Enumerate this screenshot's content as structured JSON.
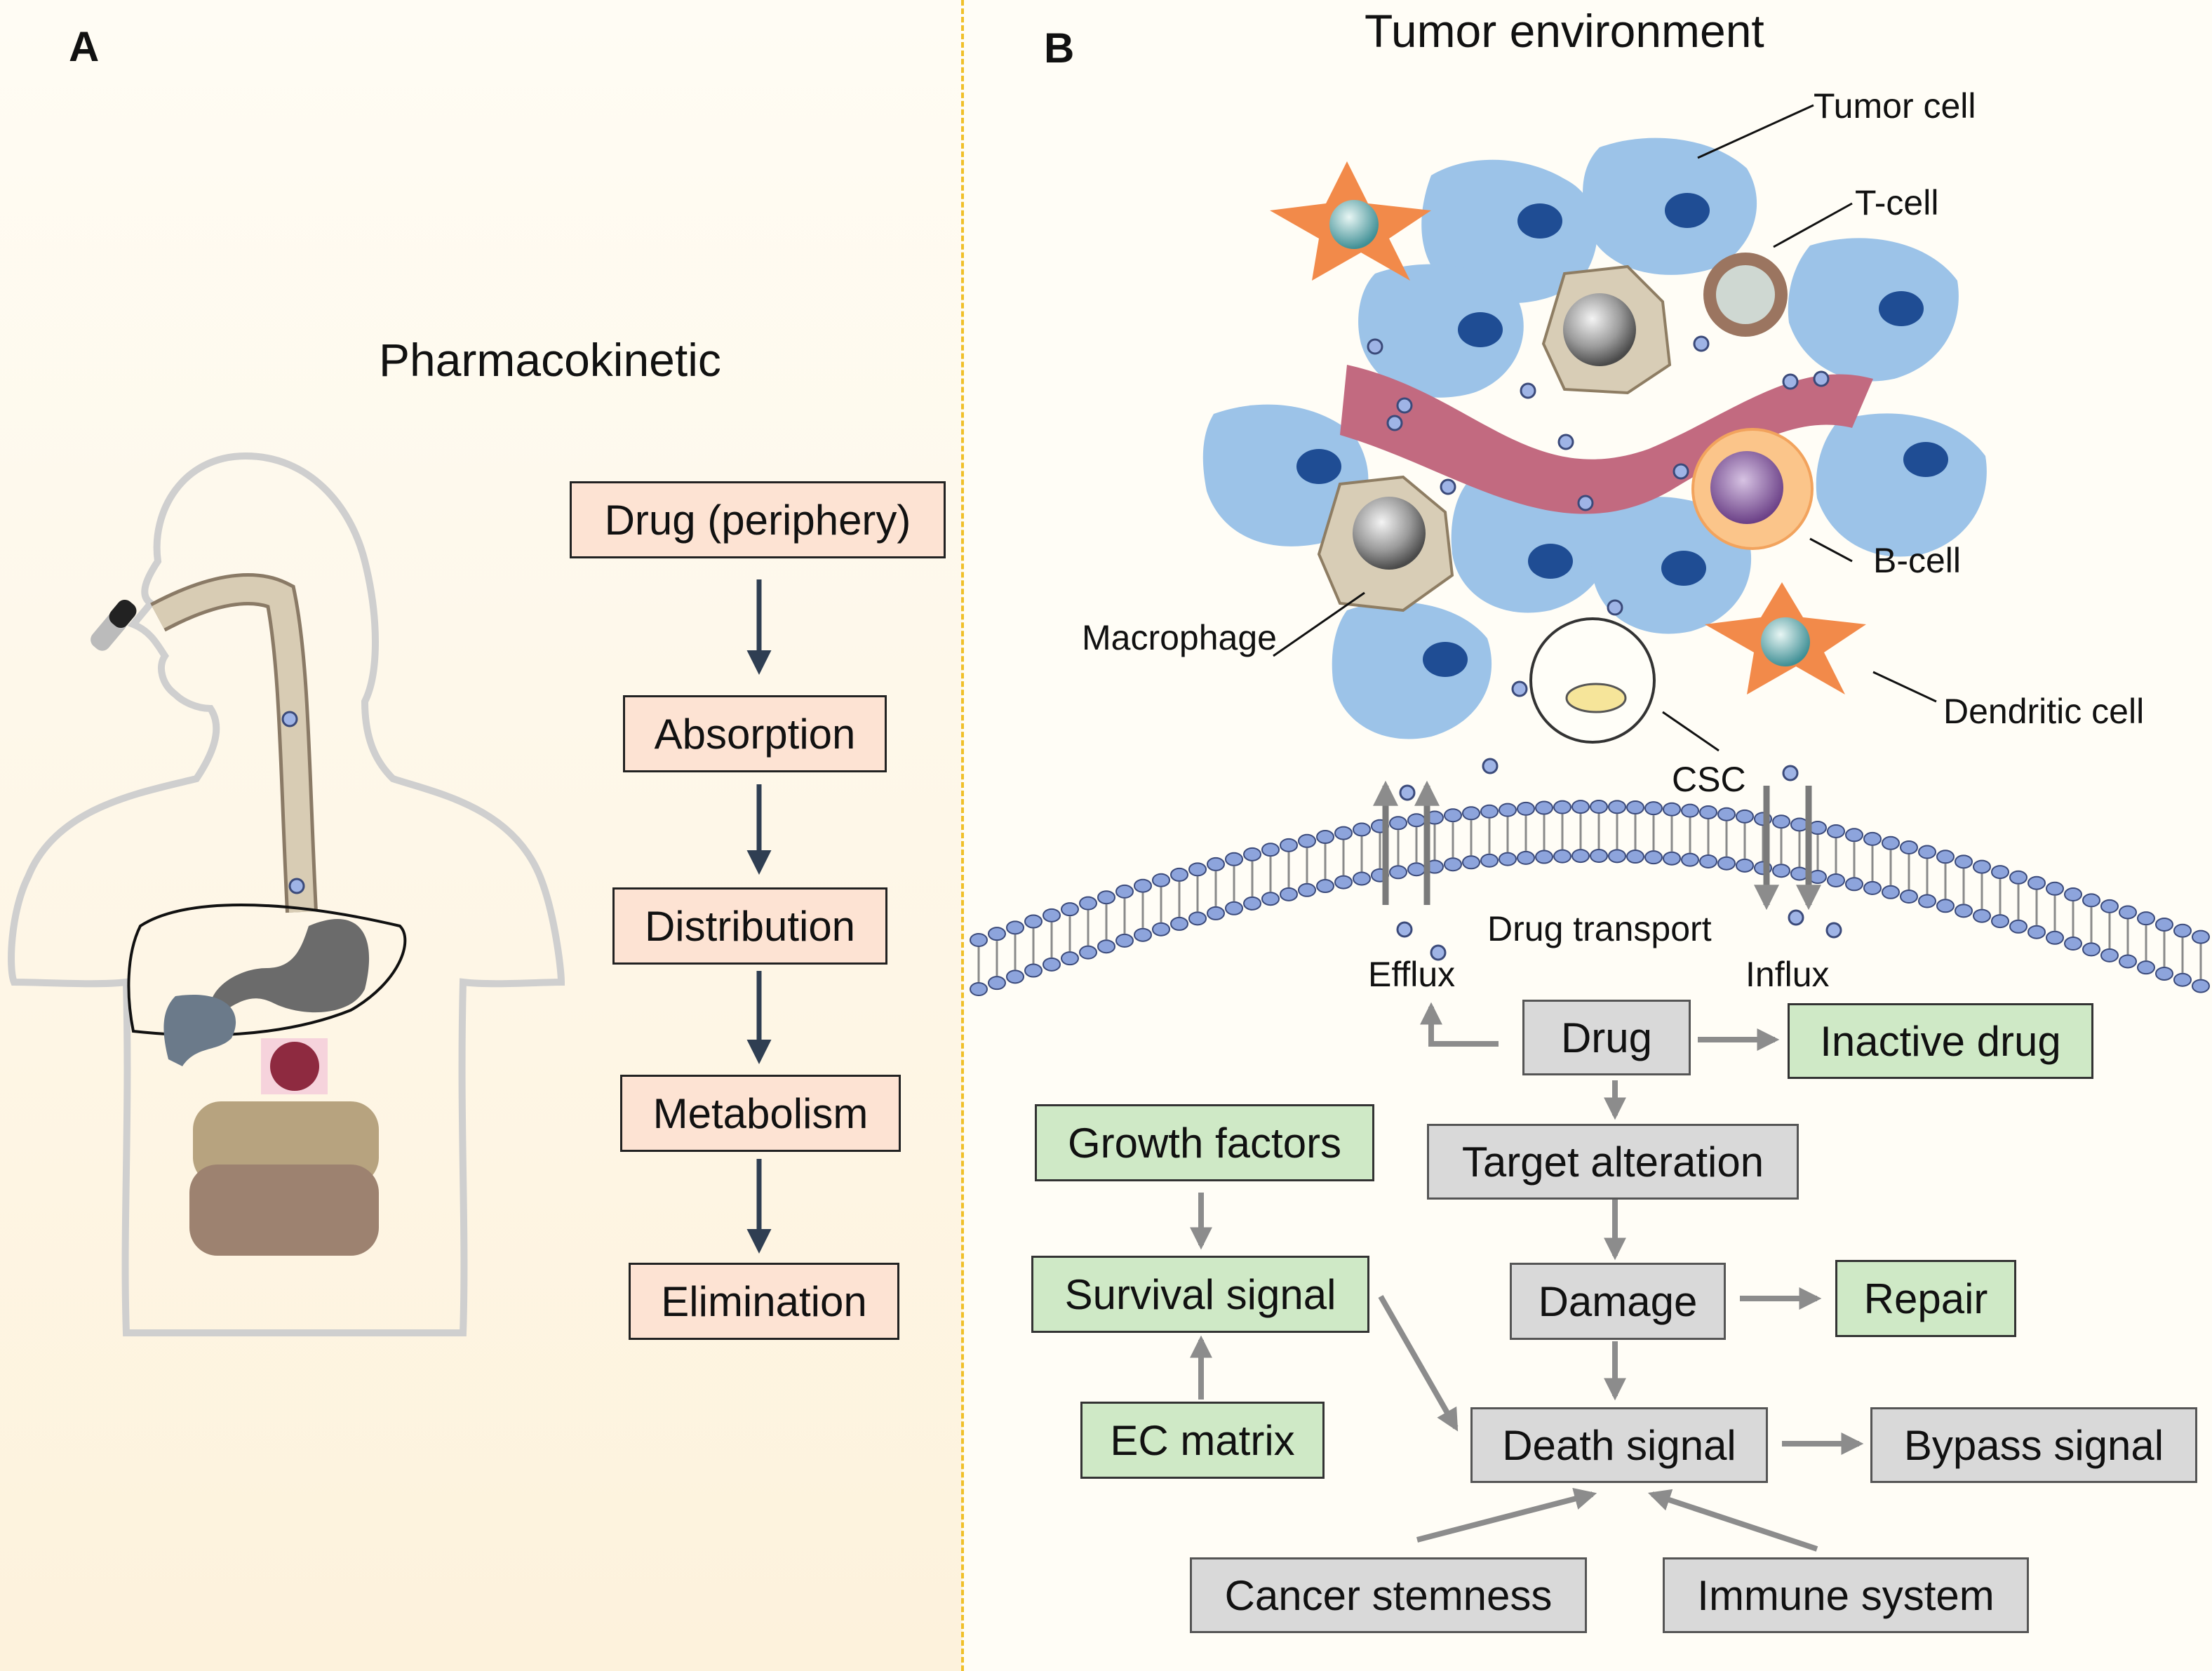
{
  "panel_a": {
    "letter": "A",
    "title": "Pharmacokinetic",
    "steps": [
      "Drug (periphery)",
      "Absorption",
      "Distribution",
      "Metabolism",
      "Elimination"
    ]
  },
  "panel_b": {
    "letter": "B",
    "title": "Tumor  environment",
    "cell_labels": {
      "tumor_cell": "Tumor  cell",
      "t_cell": "T-cell",
      "b_cell": "B-cell",
      "macrophage": "Macrophage",
      "dendritic_cell": "Dendritic cell",
      "csc": "CSC"
    },
    "membrane_labels": {
      "drug_transport": "Drug transport",
      "efflux": "Efflux",
      "influx": "Influx"
    },
    "flow_boxes": {
      "drug": "Drug",
      "inactive_drug": "Inactive drug",
      "growth_factors": "Growth factors",
      "target_alteration": "Target alteration",
      "survival_signal": "Survival signal",
      "damage": "Damage",
      "repair": "Repair",
      "ec_matrix": "EC matrix",
      "death_signal": "Death signal",
      "bypass_signal": "Bypass signal",
      "cancer_stemness": "Cancer stemness",
      "immune_system": "Immune system"
    }
  },
  "colors": {
    "pink_box": "#fde3d3",
    "gray_box": "#d9d9d9",
    "green_box": "#cfe9c6",
    "tumor_cell": "#9cc3e8",
    "nucleus": "#1f4d94",
    "vessel": "#c26a80",
    "dendritic": "#f28a4a",
    "membrane_head": "#8da4dc",
    "divider": "#f0c02a",
    "dark_arrow": "#2f3e52",
    "gray_arrow": "#8c8c8c"
  }
}
